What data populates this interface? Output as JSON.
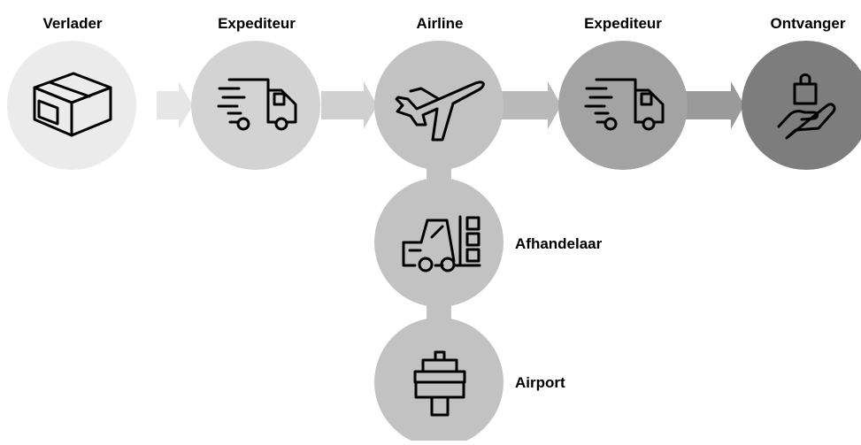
{
  "diagram": {
    "nodes": [
      {
        "id": "verlader",
        "label": "Verlader",
        "icon": "box-icon",
        "color": "#ebebeb"
      },
      {
        "id": "expediteur-1",
        "label": "Expediteur",
        "icon": "truck-icon",
        "color": "#d3d3d3"
      },
      {
        "id": "airline",
        "label": "Airline",
        "icon": "airplane-icon",
        "color": "#c2c2c2"
      },
      {
        "id": "expediteur-2",
        "label": "Expediteur",
        "icon": "truck-icon",
        "color": "#a3a3a3"
      },
      {
        "id": "ontvanger",
        "label": "Ontvanger",
        "icon": "hand-holding-bag-icon",
        "color": "#7d7d7d"
      },
      {
        "id": "afhandelaar",
        "label": "Afhandelaar",
        "icon": "forklift-icon",
        "color": "#c2c2c2"
      },
      {
        "id": "airport",
        "label": "Airport",
        "icon": "control-tower-icon",
        "color": "#c2c2c2"
      }
    ],
    "arrows": [
      {
        "from": "verlader",
        "to": "expediteur-1",
        "color": "#e6e6e6"
      },
      {
        "from": "expediteur-1",
        "to": "airline",
        "color": "#d0d0d0"
      },
      {
        "from": "airline",
        "to": "expediteur-2",
        "color": "#b9b9b9"
      },
      {
        "from": "expediteur-2",
        "to": "ontvanger",
        "color": "#9a9a9a"
      }
    ],
    "connectors": [
      {
        "from": "airline",
        "to": "afhandelaar"
      },
      {
        "from": "afhandelaar",
        "to": "airport"
      }
    ]
  }
}
